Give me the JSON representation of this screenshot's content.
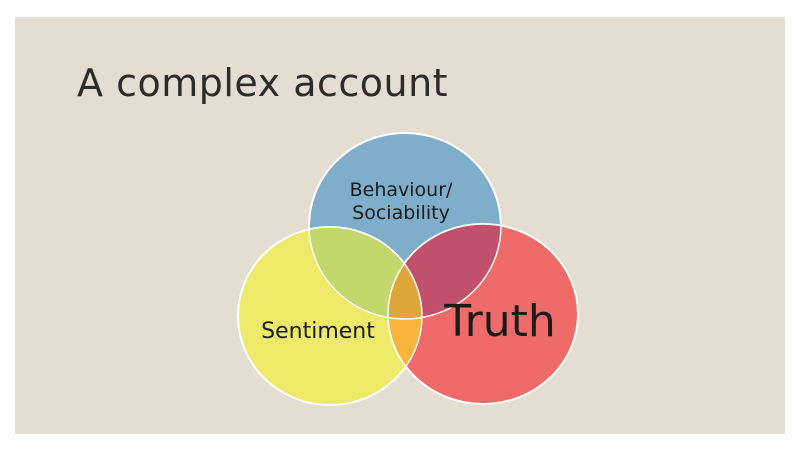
{
  "slide": {
    "title": "A complex account"
  },
  "venn": {
    "sets": [
      {
        "id": "behaviour",
        "label_lines": [
          "Behaviour/",
          "Sociability"
        ],
        "color": "#7faecb"
      },
      {
        "id": "sentiment",
        "label_lines": [
          "Sentiment"
        ],
        "color": "#edea6a"
      },
      {
        "id": "truth",
        "label_lines": [
          "Truth"
        ],
        "color": "#ef6b6a"
      }
    ],
    "overlap_colors": {
      "behaviour_sentiment": "#c4d76c",
      "behaviour_truth": "#c2506a",
      "sentiment_truth": "#f7b53b",
      "all": "#dfa63c"
    },
    "background": "#e4ddd2"
  }
}
